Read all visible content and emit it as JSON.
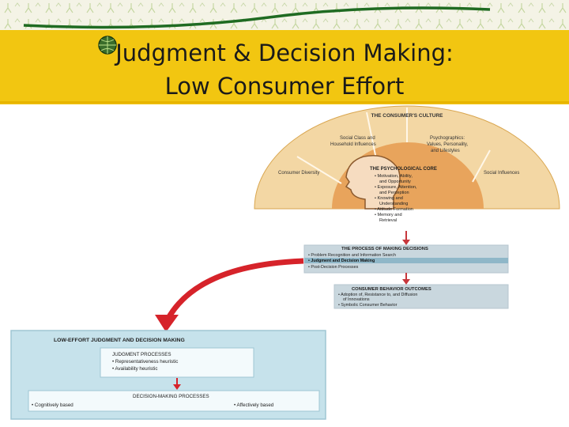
{
  "slide": {
    "title_line1": "Judgment & Decision Making:",
    "title_line2": "Low Consumer Effort"
  },
  "diagram": {
    "culture_label": "THE CONSUMER'S CULTURE",
    "culture_segments": {
      "social_class": [
        "Social Class and",
        "Household Influences"
      ],
      "psychographics": [
        "Psychographics:",
        "Values, Personality,",
        "and Lifestyles"
      ],
      "diversity": "Consumer Diversity",
      "social_influences": "Social Influences"
    },
    "core": {
      "title": "THE PSYCHOLOGICAL CORE",
      "items": [
        [
          "Motivation, Ability,",
          "and Opportunity"
        ],
        [
          "Exposure, Attention,",
          "and Perception"
        ],
        [
          "Knowing and",
          "Understanding"
        ],
        [
          "Attitude Formation"
        ],
        [
          "Memory and",
          "Retrieval"
        ]
      ]
    },
    "process": {
      "title": "THE PROCESS OF MAKING DECISIONS",
      "items": [
        "Problem Recognition and Information Search",
        "Judgment and Decision Making",
        "Post-Decision Processes"
      ]
    },
    "outcomes": {
      "title": "CONSUMER BEHAVIOR OUTCOMES",
      "items": [
        [
          "Adoption of, Resistance to, and Diffusion",
          "of Innovations"
        ],
        [
          "Symbolic Consumer Behavior"
        ]
      ]
    },
    "low_effort": {
      "title": "LOW-EFFORT JUDGMENT AND DECISION MAKING",
      "judgment": {
        "title": "JUDGMENT PROCESSES",
        "items": [
          "Representativeness heuristic",
          "Availability heuristic"
        ]
      },
      "decision": {
        "title": "DECISION-MAKING PROCESSES",
        "left_item": "Cognitively based",
        "right_item": "Affectively based"
      }
    }
  },
  "colors": {
    "title_band": "#f2c611",
    "arc_outer": "#f3d7a4",
    "arc_inner": "#e8a45c",
    "box_fill": "#c9d7de",
    "box_highlight": "#8fb7c8",
    "arrow_red": "#d6232a",
    "low_effort_fill": "#c6e2eb",
    "low_effort_inner": "#a9cfdc"
  }
}
